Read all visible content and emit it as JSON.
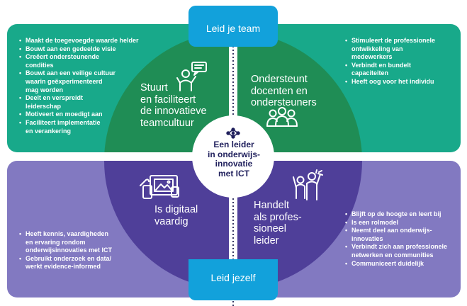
{
  "tabs": {
    "top": "Leid je team",
    "bottom": "Leid jezelf"
  },
  "center": {
    "lines": [
      "Een leider",
      "in onderwijs-",
      "innovatie",
      "met ICT"
    ]
  },
  "quadrants": {
    "tl": {
      "title_lines": [
        "Stuurt",
        "en faciliteert",
        "de innovatieve",
        "teamcultuur"
      ],
      "bullets": [
        [
          "Maakt de toegevoegde waarde helder"
        ],
        [
          "Bouwt aan een gedeelde visie"
        ],
        [
          "Creëert ondersteunende",
          "condities"
        ],
        [
          "Bouwt aan een veilige cultuur",
          "waarin geëxperimenteerd",
          "mag worden"
        ],
        [
          "Deelt en verspreidt",
          "leiderschap"
        ],
        [
          "Motiveert en moedigt aan"
        ],
        [
          "Faciliteert implementatie",
          "en verankering"
        ]
      ]
    },
    "tr": {
      "title_lines": [
        "Ondersteunt",
        "docenten en",
        "ondersteuners"
      ],
      "bullets": [
        [
          "Stimuleert de professionele",
          "ontwikkeling van",
          "medewerkers"
        ],
        [
          "Verbindt en bundelt",
          "capaciteiten"
        ],
        [
          "Heeft oog voor het individu"
        ]
      ]
    },
    "bl": {
      "title_lines": [
        "Is digitaal",
        "vaardig"
      ],
      "bullets": [
        [
          "Heeft kennis, vaardigheden",
          "en ervaring rondom",
          "onderwijsinnovaties met ICT"
        ],
        [
          "Gebruikt onderzoek en data/",
          "werkt evidence-informed"
        ]
      ]
    },
    "br": {
      "title_lines": [
        "Handelt",
        "als profes-",
        "sioneel",
        "leider"
      ],
      "bullets": [
        [
          "Blijft op de hoogte en leert bij"
        ],
        [
          "Is een rolmodel"
        ],
        [
          "Neemt deel aan onderwijs-",
          "innovaties"
        ],
        [
          "Verbindt zich aan professionele",
          "netwerken en communities"
        ],
        [
          "Communiceert duidelijk"
        ]
      ]
    }
  },
  "colors": {
    "teal": "#18a98a",
    "green_circle": "#1f8d55",
    "purple_light": "#8279c1",
    "purple_circle": "#4f3f99",
    "tab_blue": "#12a1db",
    "center_ink": "#1f1f5c"
  }
}
